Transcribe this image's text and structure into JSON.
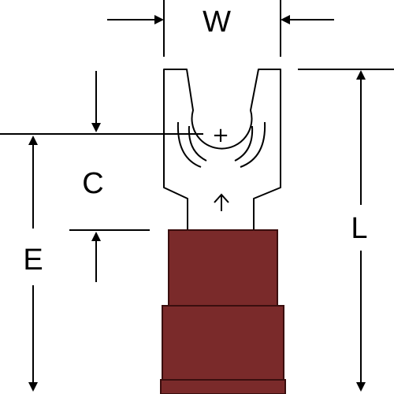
{
  "labels": {
    "width": "W",
    "length": "L",
    "center": "C",
    "end": "E"
  },
  "symbols": {
    "center_mark": "+"
  },
  "colors": {
    "insulation": "#7a2a2a",
    "insulation_edge": "#3a0e0e",
    "outline": "#000000",
    "background": "#ffffff"
  },
  "icons": [
    "dimension-arrow-icon",
    "crimp-arrow-icon",
    "stud-hole-icon"
  ]
}
